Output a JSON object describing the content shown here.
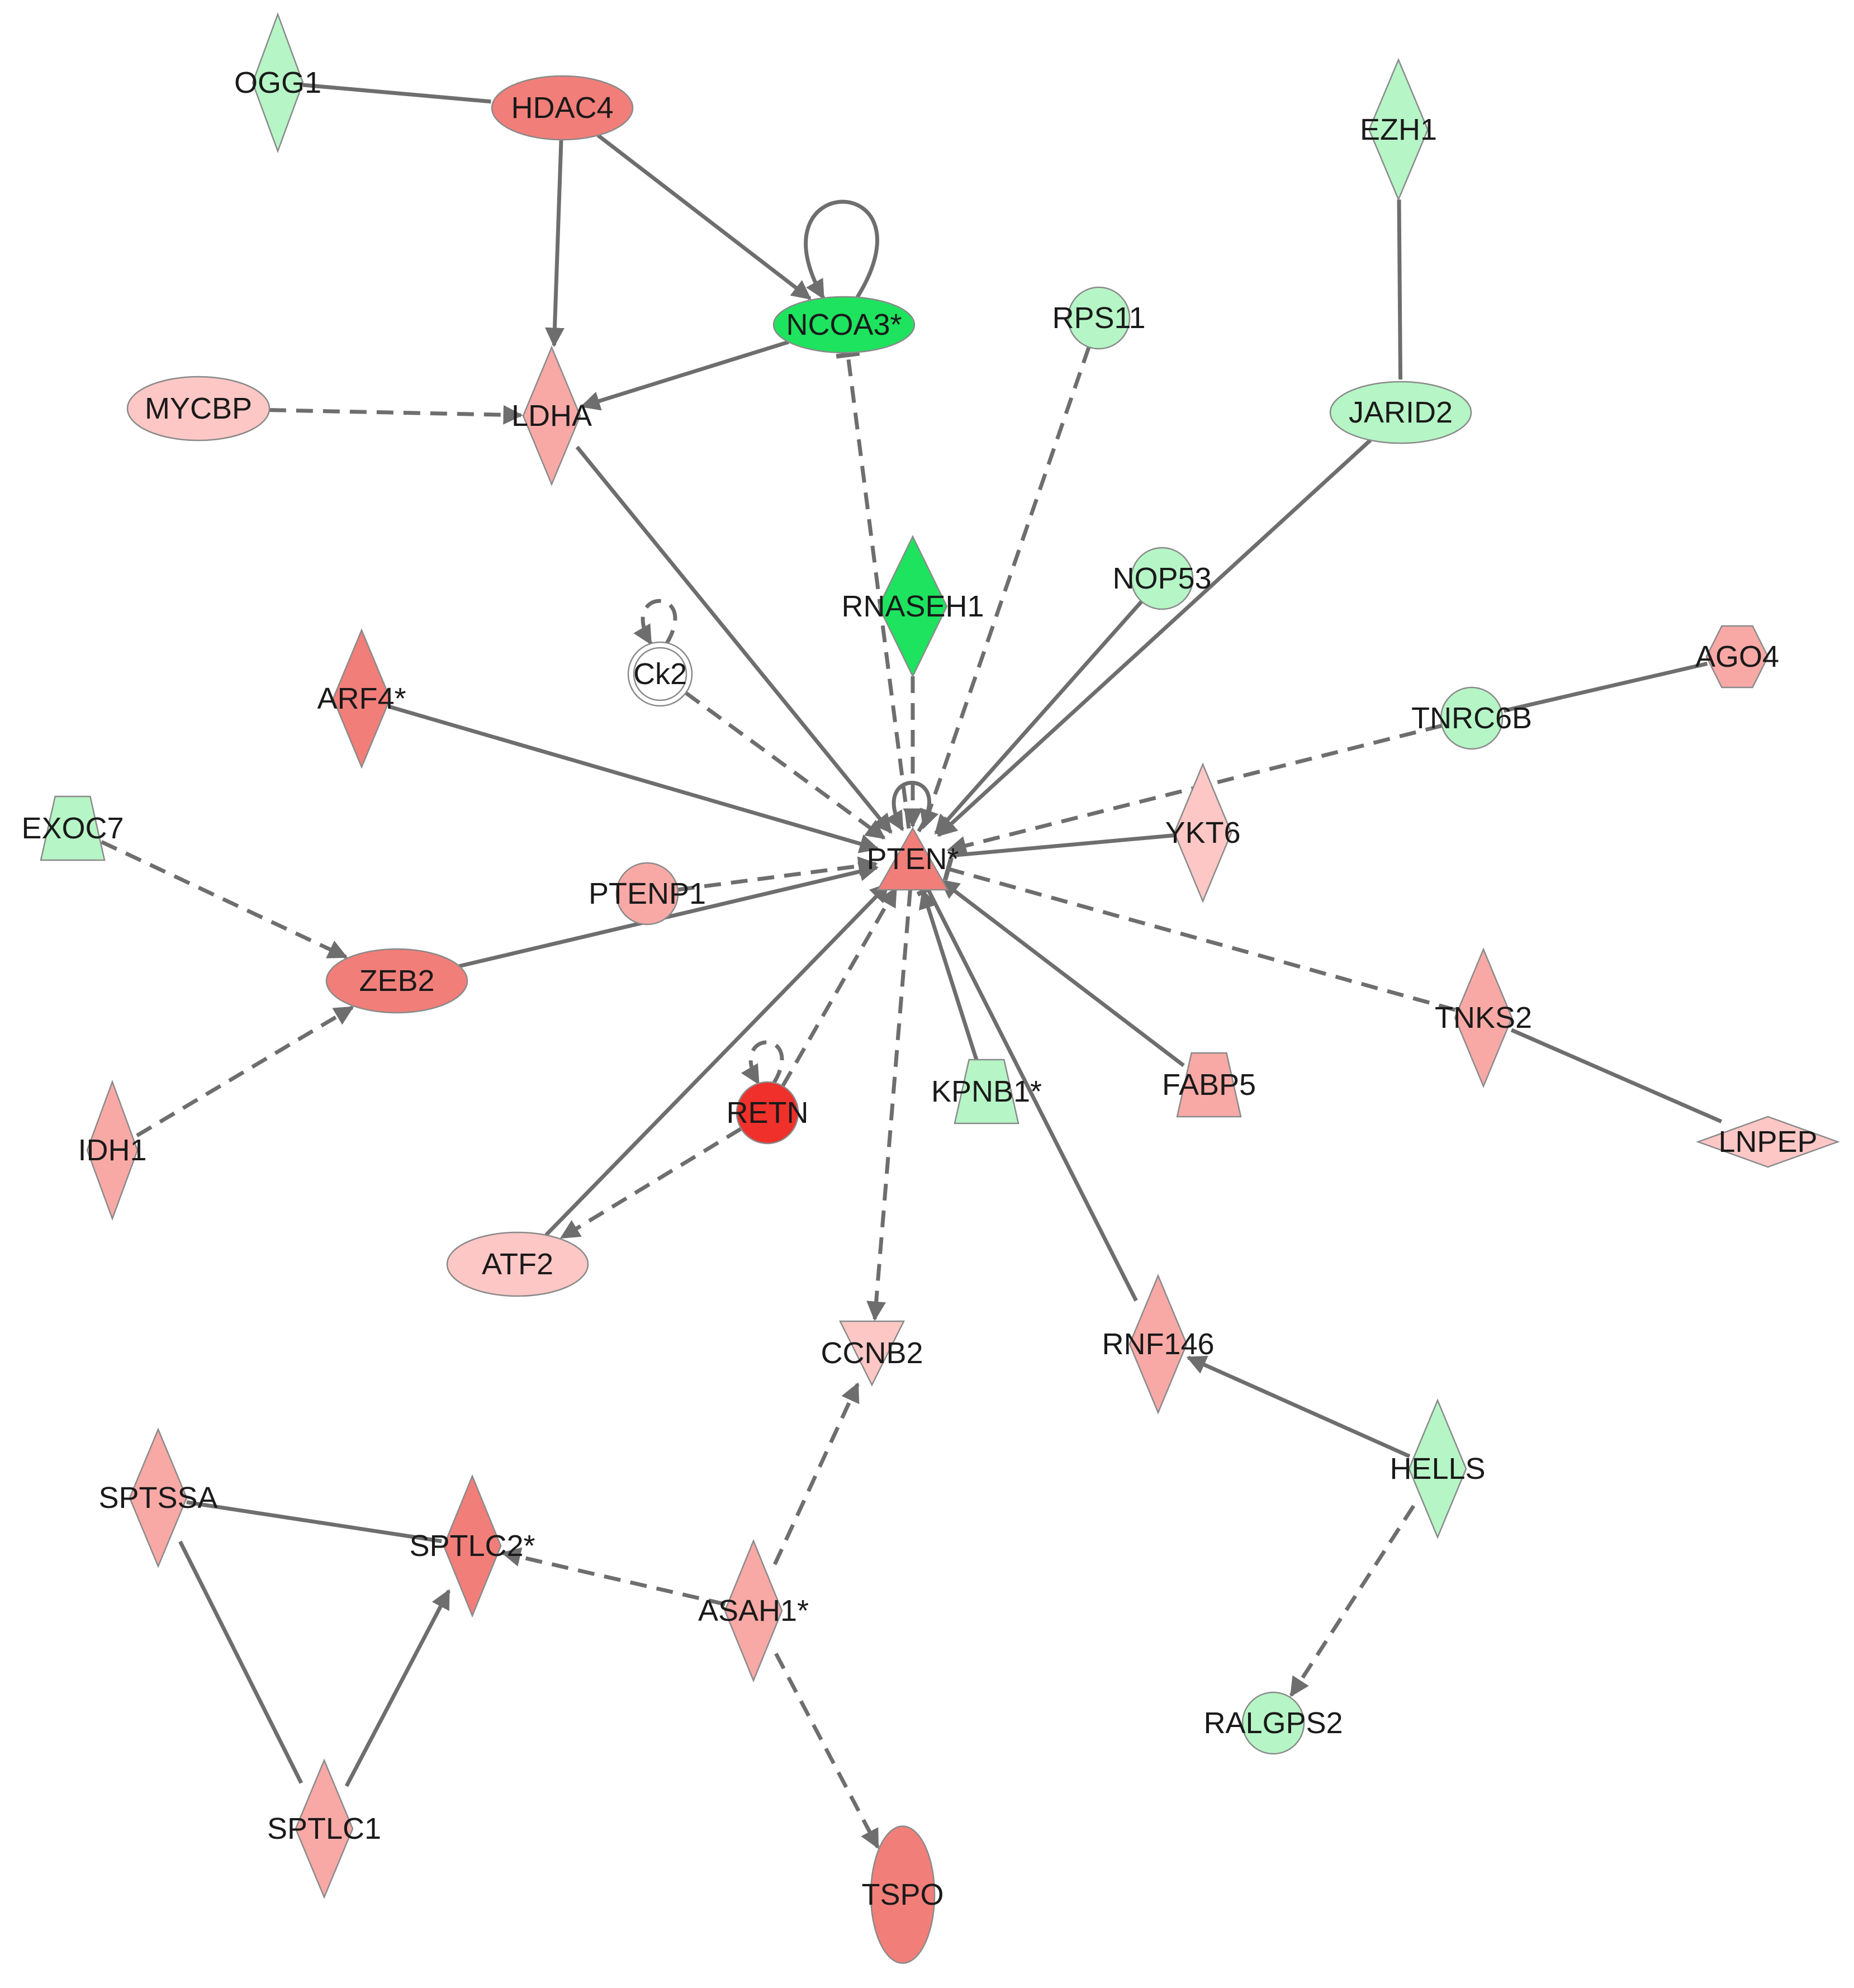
{
  "colors": {
    "red_strong": "#f0302a",
    "red_medium": "#f27e79",
    "red_light": "#f8a9a6",
    "red_pale": "#fcc7c5",
    "green_strong": "#1de35e",
    "green_light": "#b6f5c6",
    "white": "#ffffff",
    "edge": "#6e6e6e"
  },
  "nodes": [
    {
      "id": "OGG1",
      "label": "OGG1",
      "shape": "diamond",
      "color": "#b6f5c6"
    },
    {
      "id": "HDAC4",
      "label": "HDAC4",
      "shape": "ellipse",
      "color": "#f27e79"
    },
    {
      "id": "EZH1",
      "label": "EZH1",
      "shape": "diamond",
      "color": "#b6f5c6"
    },
    {
      "id": "NCOA3",
      "label": "NCOA3*",
      "shape": "ellipse",
      "color": "#1de35e"
    },
    {
      "id": "RPS11",
      "label": "RPS11",
      "shape": "circle",
      "color": "#b6f5c6"
    },
    {
      "id": "MYCBP",
      "label": "MYCBP",
      "shape": "ellipse",
      "color": "#fcc7c5"
    },
    {
      "id": "LDHA",
      "label": "LDHA",
      "shape": "diamond",
      "color": "#f8a9a6"
    },
    {
      "id": "JARID2",
      "label": "JARID2",
      "shape": "ellipse",
      "color": "#b6f5c6"
    },
    {
      "id": "RNASEH1",
      "label": "RNASEH1",
      "shape": "diamond",
      "color": "#1de35e"
    },
    {
      "id": "NOP53",
      "label": "NOP53",
      "shape": "circle",
      "color": "#b6f5c6"
    },
    {
      "id": "CK2",
      "label": "Ck2",
      "shape": "double-circle",
      "color": "#ffffff"
    },
    {
      "id": "ARF4",
      "label": "ARF4*",
      "shape": "diamond",
      "color": "#f27e79"
    },
    {
      "id": "AGO4",
      "label": "AGO4",
      "shape": "hexagon",
      "color": "#f8a9a6"
    },
    {
      "id": "TNRC6B",
      "label": "TNRC6B",
      "shape": "circle",
      "color": "#b6f5c6"
    },
    {
      "id": "EXOC7",
      "label": "EXOC7",
      "shape": "trapezoid",
      "color": "#b6f5c6"
    },
    {
      "id": "YKT6",
      "label": "YKT6",
      "shape": "diamond",
      "color": "#fcc7c5"
    },
    {
      "id": "PTEN",
      "label": "PTEN*",
      "shape": "triangle",
      "color": "#f27e79"
    },
    {
      "id": "PTENP1",
      "label": "PTENP1",
      "shape": "circle",
      "color": "#f8a9a6"
    },
    {
      "id": "ZEB2",
      "label": "ZEB2",
      "shape": "ellipse",
      "color": "#f27e79"
    },
    {
      "id": "TNKS2",
      "label": "TNKS2",
      "shape": "diamond",
      "color": "#f8a9a6"
    },
    {
      "id": "FABP5",
      "label": "FABP5",
      "shape": "trapezoid",
      "color": "#f8a9a6"
    },
    {
      "id": "KPNB1",
      "label": "KPNB1*",
      "shape": "trapezoid",
      "color": "#b6f5c6"
    },
    {
      "id": "RETN",
      "label": "RETN",
      "shape": "circle",
      "color": "#f0302a"
    },
    {
      "id": "IDH1",
      "label": "IDH1",
      "shape": "diamond",
      "color": "#f8a9a6"
    },
    {
      "id": "LNPEP",
      "label": "LNPEP",
      "shape": "hdiamond",
      "color": "#fcc7c5"
    },
    {
      "id": "ATF2",
      "label": "ATF2",
      "shape": "ellipse",
      "color": "#fcc7c5"
    },
    {
      "id": "CCNB2",
      "label": "CCNB2",
      "shape": "vtriangle",
      "color": "#fcc7c5"
    },
    {
      "id": "RNF146",
      "label": "RNF146",
      "shape": "diamond",
      "color": "#f8a9a6"
    },
    {
      "id": "HELLS",
      "label": "HELLS",
      "shape": "diamond",
      "color": "#b6f5c6"
    },
    {
      "id": "SPTSSA",
      "label": "SPTSSA",
      "shape": "diamond",
      "color": "#f8a9a6"
    },
    {
      "id": "SPTLC2",
      "label": "SPTLC2*",
      "shape": "diamond",
      "color": "#f27e79"
    },
    {
      "id": "ASAH1",
      "label": "ASAH1*",
      "shape": "diamond",
      "color": "#f8a9a6"
    },
    {
      "id": "RALGPS2",
      "label": "RALGPS2",
      "shape": "circle",
      "color": "#b6f5c6"
    },
    {
      "id": "SPTLC1",
      "label": "SPTLC1",
      "shape": "diamond",
      "color": "#f8a9a6"
    },
    {
      "id": "TSPO",
      "label": "TSPO",
      "shape": "ellipse",
      "color": "#f27e79"
    }
  ],
  "edges": [
    {
      "from": "OGG1",
      "to": "HDAC4",
      "style": "solid",
      "end": "none"
    },
    {
      "from": "HDAC4",
      "to": "LDHA",
      "style": "solid",
      "end": "arrow"
    },
    {
      "from": "HDAC4",
      "to": "NCOA3",
      "style": "solid",
      "end": "arrow"
    },
    {
      "from": "NCOA3",
      "to": "NCOA3",
      "style": "solid",
      "end": "arrow"
    },
    {
      "from": "NCOA3",
      "to": "LDHA",
      "style": "solid",
      "end": "arrow"
    },
    {
      "from": "MYCBP",
      "to": "LDHA",
      "style": "dashed",
      "end": "arrow"
    },
    {
      "from": "EZH1",
      "to": "JARID2",
      "style": "solid",
      "end": "none"
    },
    {
      "from": "PTEN",
      "to": "NCOA3",
      "style": "dashed",
      "end": "inhibit"
    },
    {
      "from": "LDHA",
      "to": "PTEN",
      "style": "solid",
      "end": "arrow"
    },
    {
      "from": "RPS11",
      "to": "PTEN",
      "style": "dashed",
      "end": "arrow"
    },
    {
      "from": "JARID2",
      "to": "PTEN",
      "style": "solid",
      "end": "arrow"
    },
    {
      "from": "NOP53",
      "to": "PTEN",
      "style": "solid",
      "end": "arrow"
    },
    {
      "from": "RNASEH1",
      "to": "PTEN",
      "style": "dashed",
      "end": "arrow"
    },
    {
      "from": "CK2",
      "to": "CK2",
      "style": "dashed",
      "end": "arrow"
    },
    {
      "from": "CK2",
      "to": "PTEN",
      "style": "dashed",
      "end": "arrow"
    },
    {
      "from": "ARF4",
      "to": "PTEN",
      "style": "solid",
      "end": "arrow"
    },
    {
      "from": "AGO4",
      "to": "TNRC6B",
      "style": "solid",
      "end": "none"
    },
    {
      "from": "TNRC6B",
      "to": "PTEN",
      "style": "dashed",
      "end": "arrow"
    },
    {
      "from": "YKT6",
      "to": "PTEN",
      "style": "solid",
      "end": "none"
    },
    {
      "from": "PTEN",
      "to": "PTEN",
      "style": "solid",
      "end": "arrow"
    },
    {
      "from": "PTENP1",
      "to": "PTEN",
      "style": "dashed",
      "end": "arrow"
    },
    {
      "from": "ZEB2",
      "to": "PTEN",
      "style": "solid",
      "end": "arrow"
    },
    {
      "from": "EXOC7",
      "to": "ZEB2",
      "style": "dashed",
      "end": "arrow"
    },
    {
      "from": "IDH1",
      "to": "ZEB2",
      "style": "dashed",
      "end": "arrow"
    },
    {
      "from": "TNKS2",
      "to": "PTEN",
      "style": "dashed",
      "end": "inhibit"
    },
    {
      "from": "TNKS2",
      "to": "LNPEP",
      "style": "solid",
      "end": "none"
    },
    {
      "from": "FABP5",
      "to": "PTEN",
      "style": "solid",
      "end": "arrow"
    },
    {
      "from": "KPNB1",
      "to": "PTEN",
      "style": "solid",
      "end": "arrow"
    },
    {
      "from": "RNF146",
      "to": "PTEN",
      "style": "solid",
      "end": "inhibit"
    },
    {
      "from": "RETN",
      "to": "RETN",
      "style": "dashed",
      "end": "arrow"
    },
    {
      "from": "RETN",
      "to": "PTEN",
      "style": "dashed",
      "end": "arrow"
    },
    {
      "from": "RETN",
      "to": "ATF2",
      "style": "dashed",
      "end": "arrow"
    },
    {
      "from": "ATF2",
      "to": "PTEN",
      "style": "solid",
      "end": "arrow"
    },
    {
      "from": "PTEN",
      "to": "CCNB2",
      "style": "dashed",
      "end": "arrow"
    },
    {
      "from": "HELLS",
      "to": "RNF146",
      "style": "solid",
      "end": "arrow"
    },
    {
      "from": "HELLS",
      "to": "RALGPS2",
      "style": "dashed",
      "end": "arrow"
    },
    {
      "from": "ASAH1",
      "to": "CCNB2",
      "style": "dashed",
      "end": "arrow"
    },
    {
      "from": "ASAH1",
      "to": "SPTLC2",
      "style": "dashed",
      "end": "arrow"
    },
    {
      "from": "ASAH1",
      "to": "TSPO",
      "style": "dashed",
      "end": "arrow"
    },
    {
      "from": "SPTSSA",
      "to": "SPTLC2",
      "style": "solid",
      "end": "none"
    },
    {
      "from": "SPTSSA",
      "to": "SPTLC1",
      "style": "solid",
      "end": "none"
    },
    {
      "from": "SPTLC1",
      "to": "SPTLC2",
      "style": "solid",
      "end": "arrow"
    }
  ]
}
